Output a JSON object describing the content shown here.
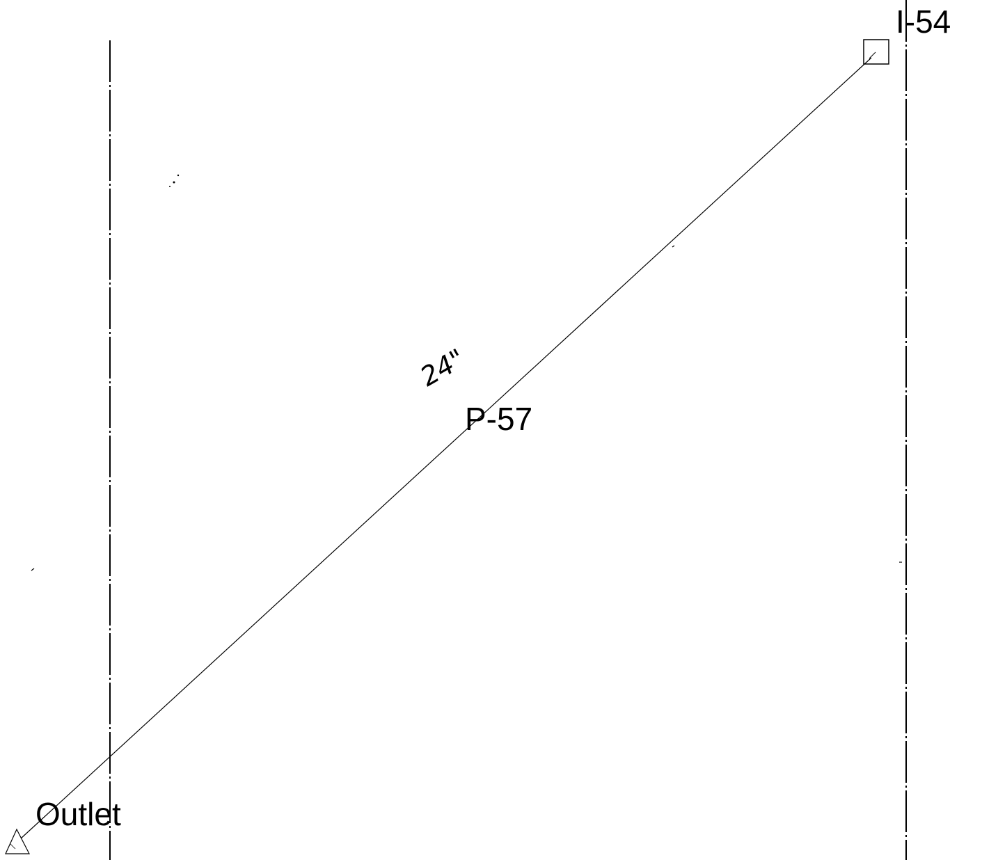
{
  "diagram": {
    "labels": {
      "inlet": "I-54",
      "pipe": "P-57",
      "outlet": "Outlet",
      "pipe_size_note": "24\""
    },
    "nodes": [
      {
        "id": "inlet",
        "symbol": "square-inlet-icon"
      },
      {
        "id": "outlet",
        "symbol": "triangle-outlet-icon"
      }
    ],
    "colors": {
      "line": "#000000",
      "background": "#ffffff"
    }
  }
}
